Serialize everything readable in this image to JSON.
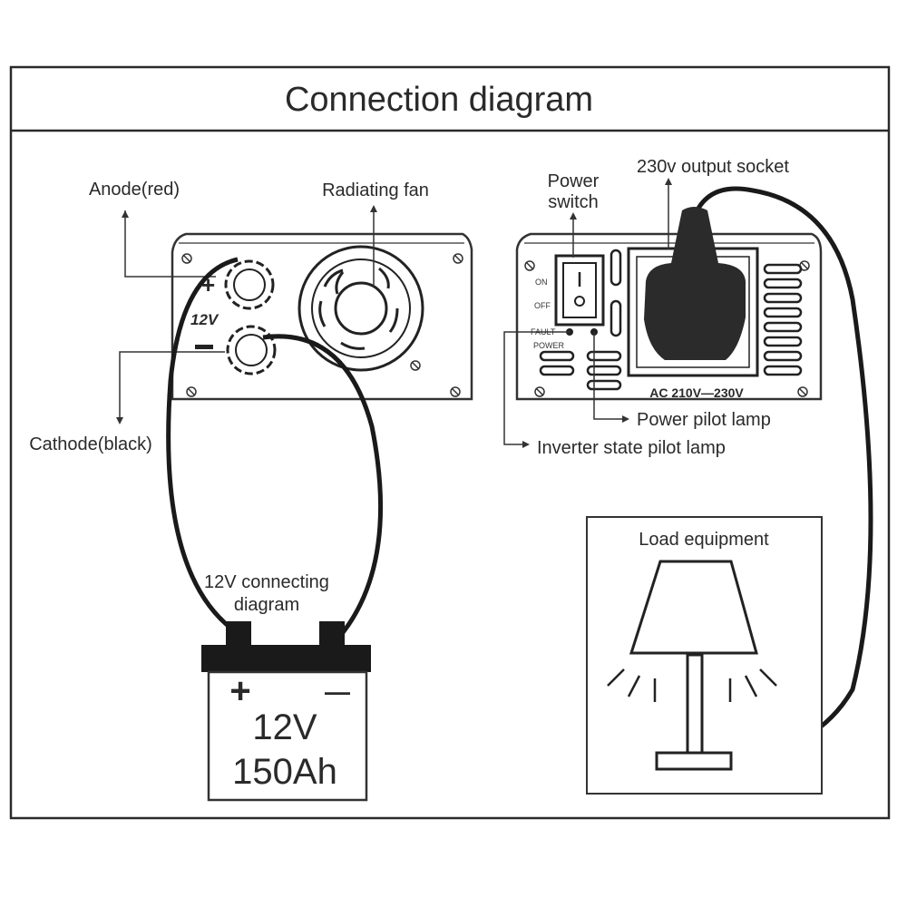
{
  "title": "Connection diagram",
  "inverter_dc": {
    "anode_label": "Anode(red)",
    "cathode_label": "Cathode(black)",
    "fan_label": "Radiating fan",
    "voltage_mark": "12V",
    "plus_mark": "+",
    "minus_mark": "–"
  },
  "inverter_ac": {
    "power_switch_label_line1": "Power",
    "power_switch_label_line2": "switch",
    "output_socket_label": "230v output socket",
    "on_label": "ON",
    "off_label": "OFF",
    "fault_label": "FAULT",
    "power_label": "POWER",
    "rating_label": "AC 210V—230V",
    "power_pilot_label": "Power pilot lamp",
    "inverter_state_label": "Inverter state pilot lamp"
  },
  "battery": {
    "caption_line1": "12V connecting",
    "caption_line2": "diagram",
    "plus": "+",
    "minus": "—",
    "voltage": "12V",
    "capacity": "150Ah"
  },
  "load": {
    "label": "Load equipment"
  }
}
